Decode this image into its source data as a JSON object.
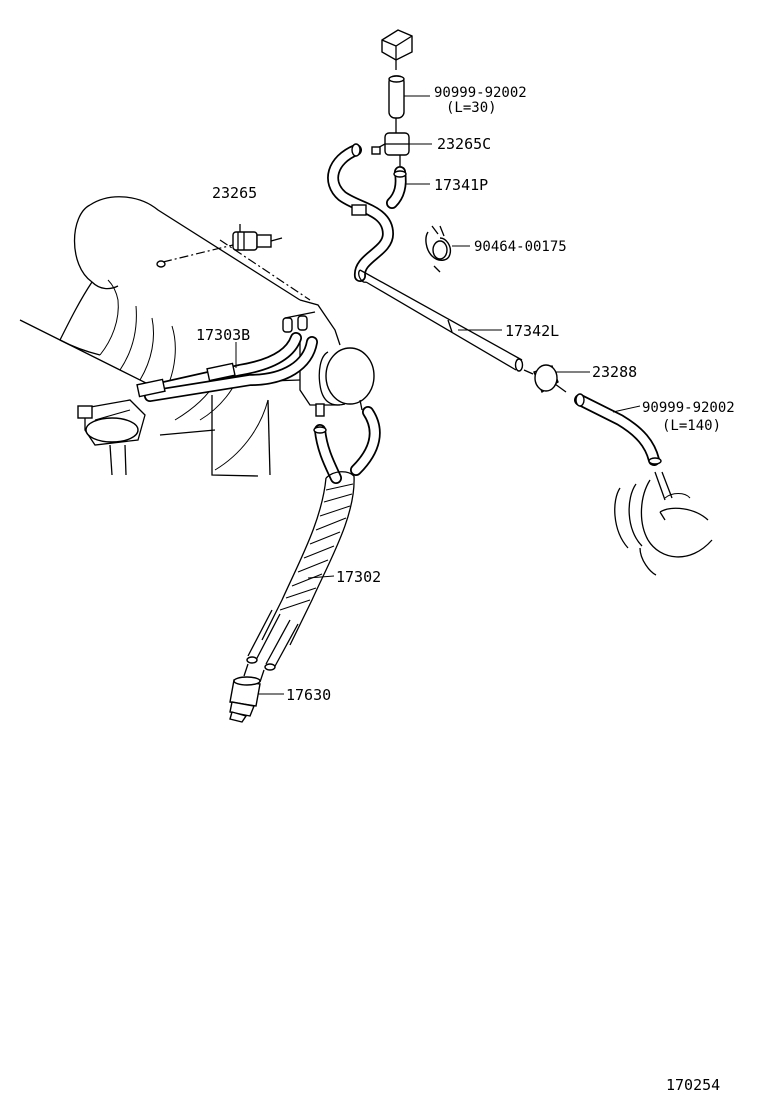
{
  "diagram": {
    "callouts": {
      "hose_top_part": "90999-92002",
      "hose_top_len": "(L=30)",
      "vsv_c": "23265C",
      "hose_p": "17341P",
      "clamp": "90464-00175",
      "vsv_left": "23265",
      "pipe_l": "17342L",
      "filter": "23288",
      "hose_right_part": "90999-92002",
      "hose_right_len": "(L=140)",
      "hose_b": "17303B",
      "harness": "17302",
      "sensor": "17630"
    },
    "figure_number": "170254"
  }
}
